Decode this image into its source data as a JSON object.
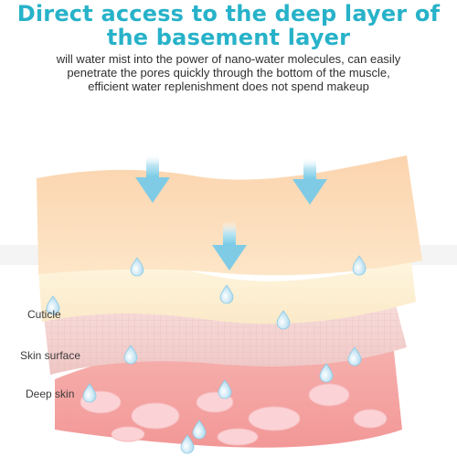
{
  "headline": {
    "line1": "Direct access to the deep layer of",
    "line2": "the basement layer"
  },
  "description": {
    "line1": "will water mist into the power of nano-water molecules, can easily",
    "line2": "penetrate the pores quickly through the bottom of the muscle,",
    "line3": "efficient water replenishment does not spend makeup"
  },
  "layers": [
    {
      "label": "Cuticle"
    },
    {
      "label": "Skin surface"
    },
    {
      "label": "Deep skin"
    }
  ],
  "colors": {
    "title": "#27b2c9",
    "arrow": "#8fd3ea",
    "top_layer": "#fbd9b3",
    "cream_layer": "#fdf0d6",
    "pink_layer": "#f3d3d2",
    "deep_layer": "#f4a3a3",
    "water_drop": "#a9d8ef"
  },
  "icons": [
    "down-arrow-icon",
    "water-drop-icon"
  ]
}
